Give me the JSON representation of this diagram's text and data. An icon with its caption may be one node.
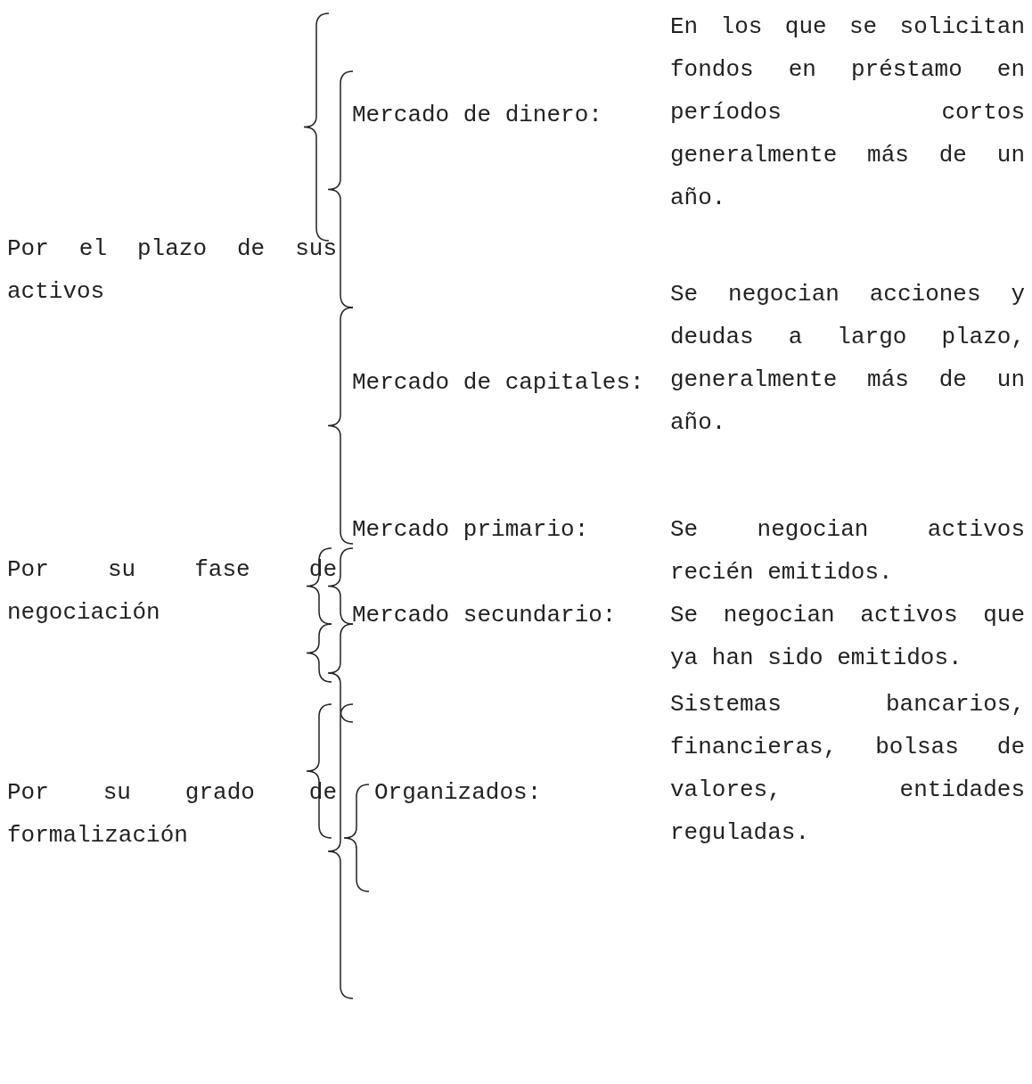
{
  "diagram": {
    "labels": [
      "Por el plazo de sus activos",
      "Mercado de dinero:",
      "En los que se solicitan fondos en préstamo en períodos cortos generalmente más de un año.",
      "Mercado de capitales:",
      "Se negocian acciones y deudas a largo plazo, generalmente más de un año.",
      "Por su fase de negociación",
      "Mercado primario:",
      "Se negocian activos recién emitidos.",
      "Mercado secundario:",
      "Se negocian activos que ya han sido emitidos.",
      "Por su grado de formalización",
      "Organizados:",
      "Sistemas bancarios, financieras, bolsas de valores, entidades reguladas."
    ]
  }
}
